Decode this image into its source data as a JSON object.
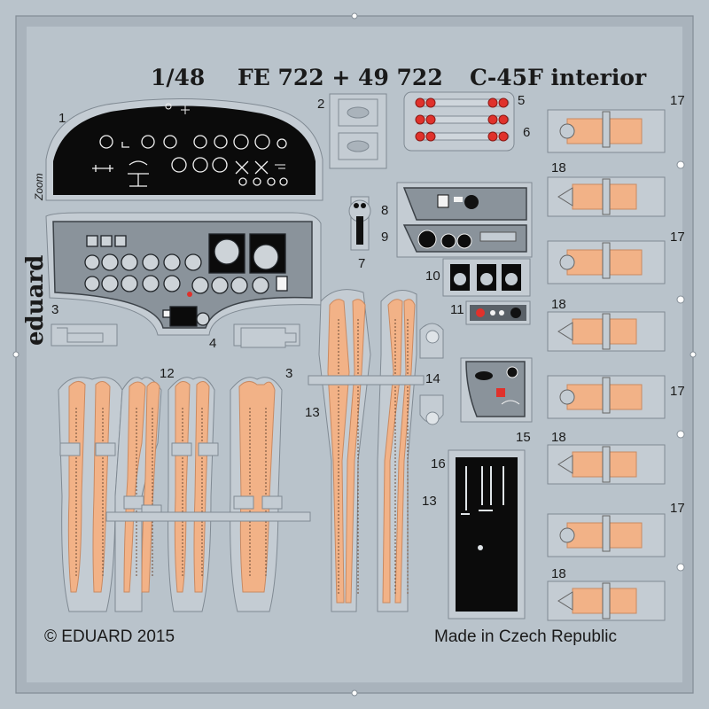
{
  "header": {
    "scale": "1/48",
    "codes": "FE 722 + 49 722",
    "subject": "C-45F interior"
  },
  "brand": {
    "logo_text": "eduard",
    "sub_logo_text": "Zoom"
  },
  "footer": {
    "copyright": "© EDUARD 2015",
    "origin": "Made in Czech Republic"
  },
  "part_numbers": {
    "p1": "1",
    "p2": "2",
    "p3a": "3",
    "p3b": "3",
    "p4": "4",
    "p5": "5",
    "p6": "6",
    "p7": "7",
    "p8": "8",
    "p9": "9",
    "p10": "10",
    "p11": "11",
    "p12": "12",
    "p13a": "13",
    "p13b": "13",
    "p14": "14",
    "p15": "15",
    "p16": "16",
    "p17a": "17",
    "p17b": "17",
    "p17c": "17",
    "p17d": "17",
    "p18a": "18",
    "p18b": "18",
    "p18c": "18",
    "p18d": "18"
  },
  "colors": {
    "sheet": "#b9c3cb",
    "panel_black": "#0b0b0b",
    "panel_gray": "#8a939b",
    "harness_orange": "#f2b287",
    "warning_red": "#e0312b"
  }
}
